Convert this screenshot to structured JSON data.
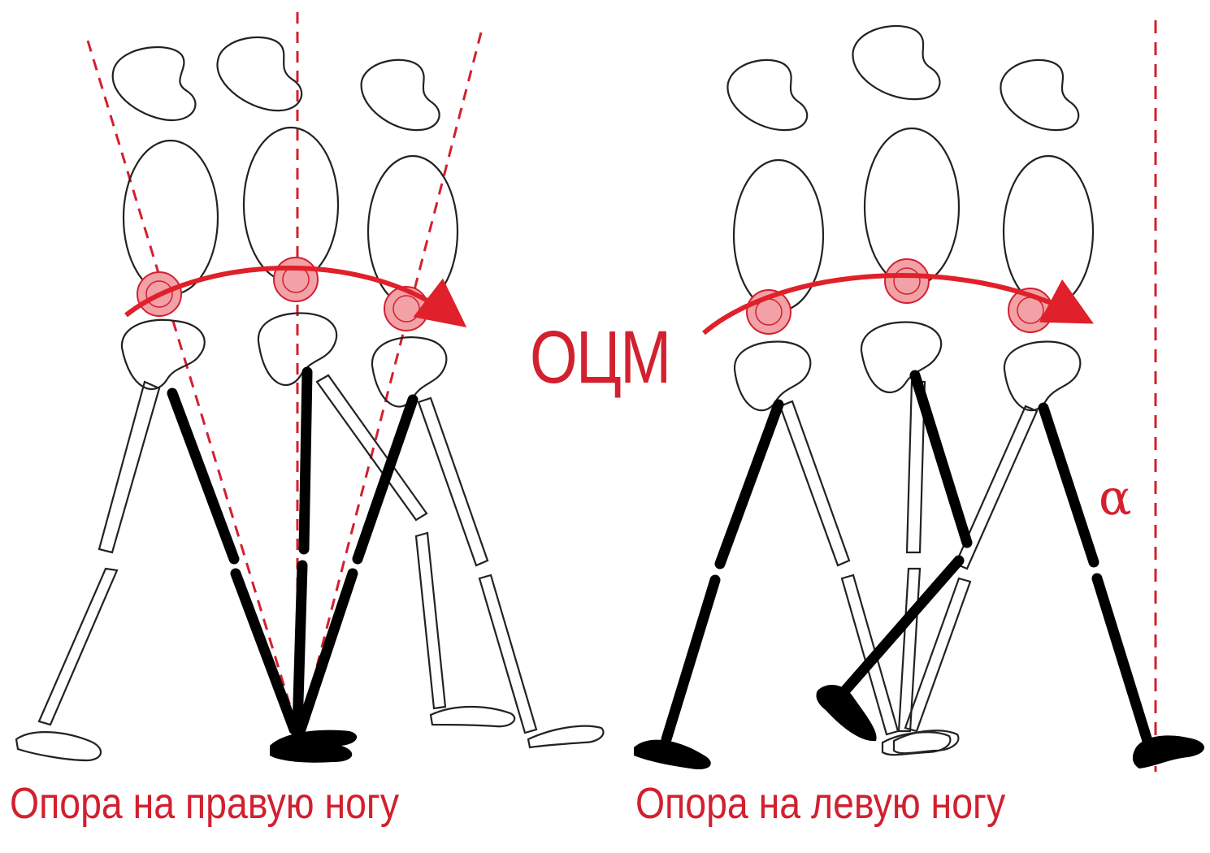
{
  "diagram": {
    "center_label": "ОЦМ",
    "angle_label": "α",
    "captions": {
      "right_support": "Опора на правую ногу",
      "left_support": "Опора на левую ногу"
    },
    "colors": {
      "accent": "#d2202f",
      "accent_light": "#f2a1a6",
      "outline": "#222222",
      "stance_leg": "#000000"
    }
  }
}
